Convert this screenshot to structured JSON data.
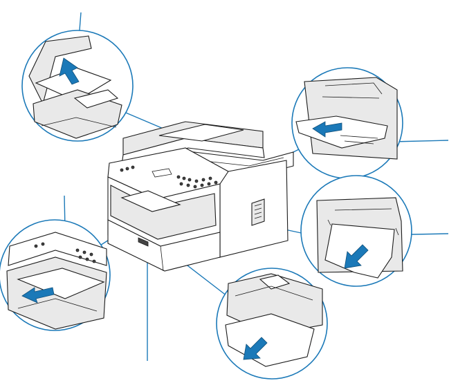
{
  "figure": {
    "description_free": true,
    "colors": {
      "callout": "#1b79b8",
      "line": "#1a1a1a",
      "paper": "#ffffff",
      "shade": "#e9e9e9"
    },
    "callouts": [
      {
        "id": "adf-jam",
        "icon": "arrow-up-icon"
      },
      {
        "id": "output-tray-jam",
        "icon": "arrow-left-icon"
      },
      {
        "id": "back-cover-jam",
        "icon": "arrow-down-left-icon"
      },
      {
        "id": "front-jam",
        "icon": "arrow-left-icon"
      },
      {
        "id": "paper-tray-jam",
        "icon": "arrow-down-left-icon"
      },
      {
        "id": "drum-area-jam"
      }
    ]
  }
}
